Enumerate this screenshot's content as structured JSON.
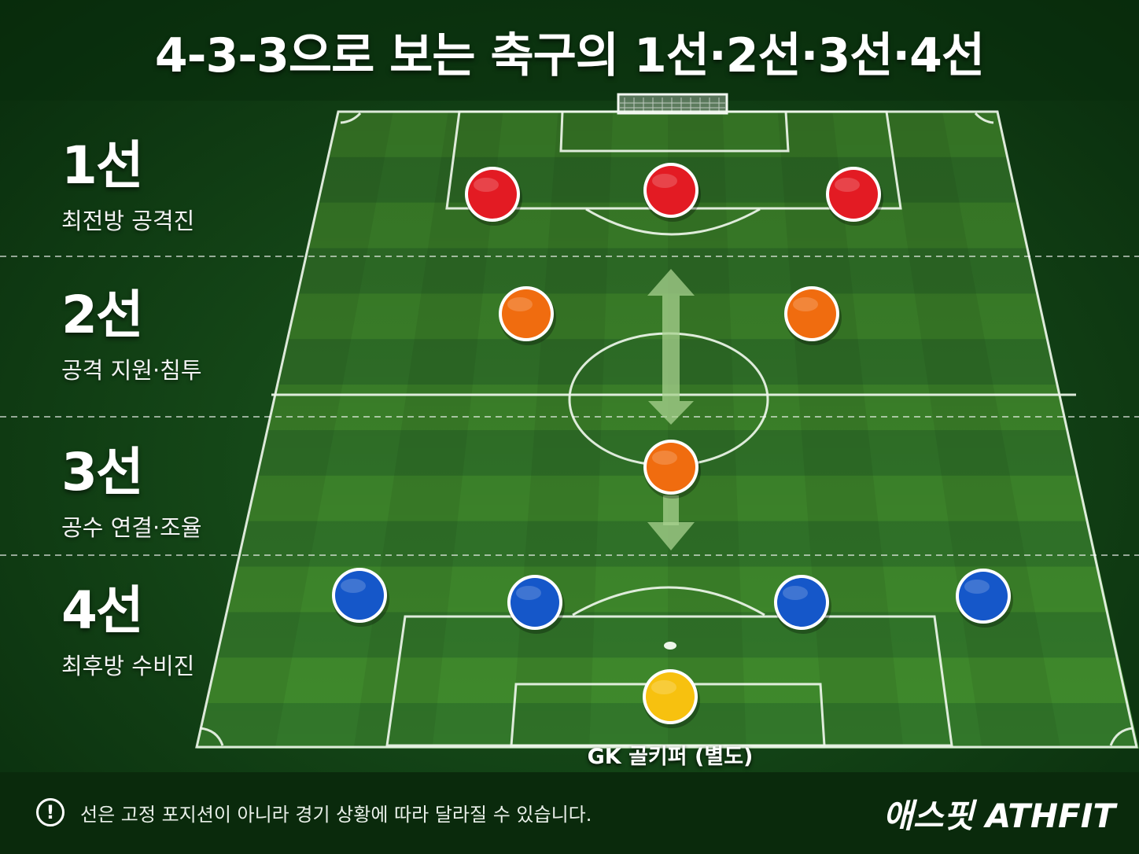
{
  "title": "4-3-3으로 보는 축구의 1선·2선·3선·4선",
  "lines": [
    {
      "name": "1선",
      "desc": "최전방 공격진"
    },
    {
      "name": "2선",
      "desc": "공격 지원·침투"
    },
    {
      "name": "3선",
      "desc": "공수 연결·조율"
    },
    {
      "name": "4선",
      "desc": "최후방 수비진"
    }
  ],
  "goalkeeper_label": "GK 골키퍼 (별도)",
  "footer": {
    "icon": "exclamation-circle-icon",
    "note": "선은 고정 포지션이 아니라 경기 상황에 따라 달라질 수 있습니다."
  },
  "brand": "애스핏 ATHFIT",
  "colors": {
    "line1": "#e31b23",
    "line2": "#f06c0f",
    "line3": "#f06c0f",
    "line4": "#1557c9",
    "goalkeeper": "#f7c10f",
    "pitch_light": "#3f8a2c",
    "pitch_dark": "#32772a",
    "background": "#0d3512"
  },
  "formation": {
    "line1": 3,
    "line2": 2,
    "line3": 1,
    "line4": 4,
    "goalkeeper": 1
  }
}
